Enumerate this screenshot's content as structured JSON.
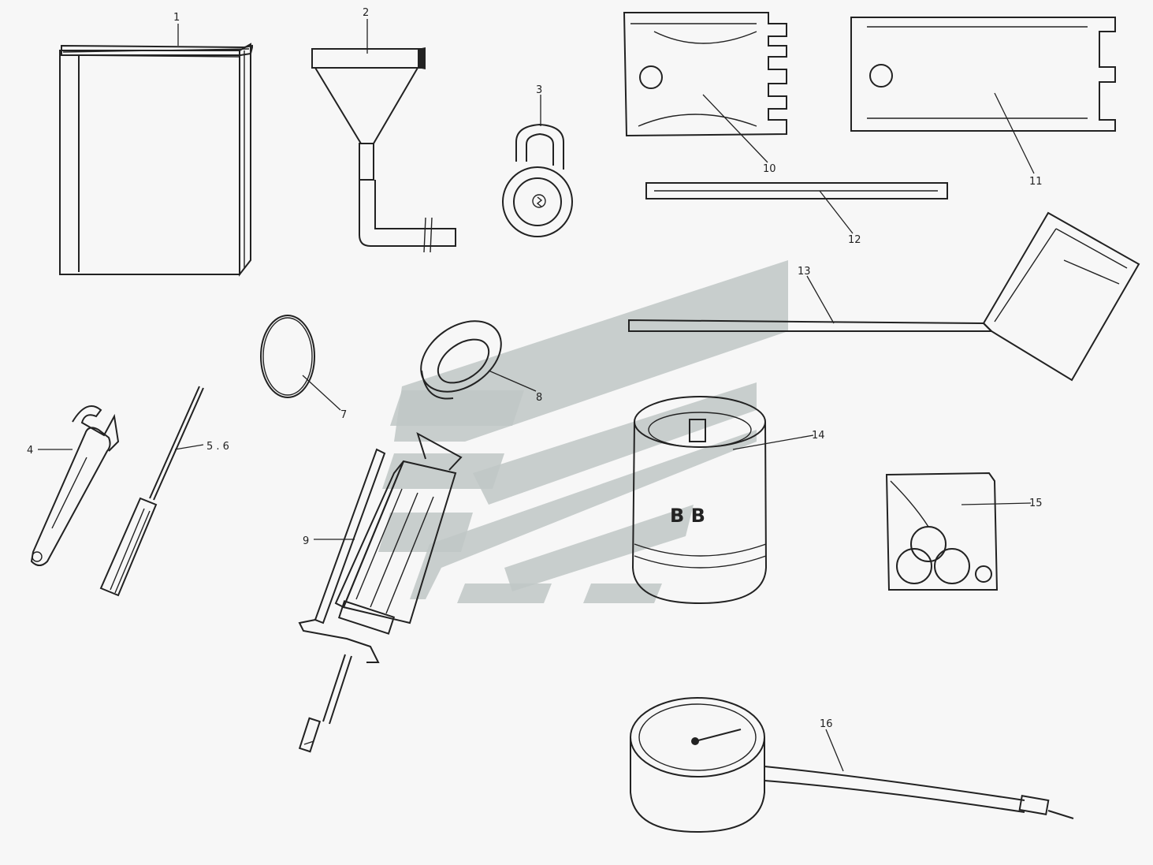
{
  "callouts": {
    "c1": "1",
    "c2": "2",
    "c3": "3",
    "c4": "4",
    "c5": "5 . 6",
    "c7": "7",
    "c8": "8",
    "c9": "9",
    "c10": "10",
    "c11": "11",
    "c12": "12",
    "c13": "13",
    "c14": "14",
    "c15": "15",
    "c16": "16"
  },
  "can_lettering": "B B",
  "colors": {
    "ink": "#222222",
    "watermark": "#bfc7c6",
    "paper": "#f7f7f7"
  }
}
